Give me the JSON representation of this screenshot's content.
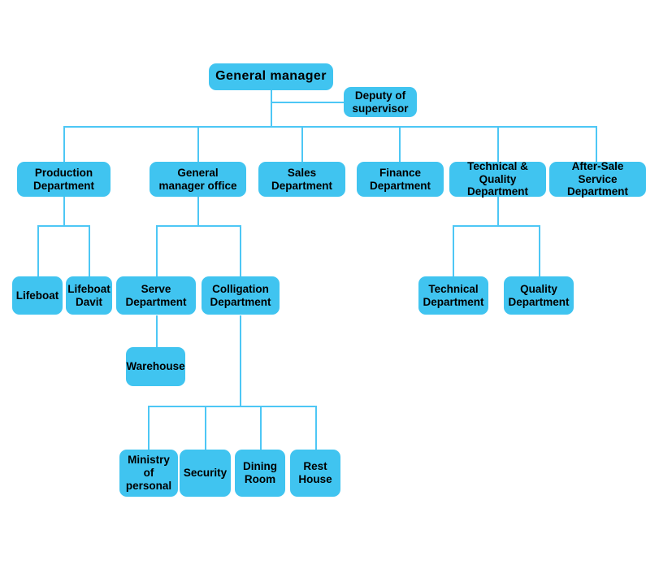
{
  "chart_data": {
    "type": "diagram",
    "diagram_kind": "organizational-chart",
    "title": "Company Organizational Chart",
    "orientation": "top-down",
    "accent_color": "#40C4F0",
    "connector_color": "#4DC7F5",
    "text_color": "#000000",
    "background": "#ffffff",
    "levels": 5,
    "node_count": 18
  },
  "nodes": {
    "general_manager": {
      "label": "General manager",
      "level": 0
    },
    "deputy_supervisor": {
      "label": "Deputy of\nsupervisor",
      "level": 1
    },
    "production_department": {
      "label": "Production\nDepartment",
      "level": 2
    },
    "general_manager_office": {
      "label": "General\nmanager office",
      "level": 2
    },
    "sales_department": {
      "label": "Sales\nDepartment",
      "level": 2
    },
    "finance_department": {
      "label": "Finance\nDepartment",
      "level": 2
    },
    "technical_quality_department": {
      "label": "Technical & Quality\nDepartment",
      "level": 2
    },
    "after_sale_service_department": {
      "label": "After-Sale\nService Department",
      "level": 2
    },
    "lifeboat": {
      "label": "Lifeboat",
      "level": 3
    },
    "lifeboat_davit": {
      "label": "Lifeboat\nDavit",
      "level": 3
    },
    "serve_department": {
      "label": "Serve\nDepartment",
      "level": 3
    },
    "colligation_department": {
      "label": "Colligation\nDepartment",
      "level": 3
    },
    "technical_department": {
      "label": "Technical\nDepartment",
      "level": 3
    },
    "quality_department": {
      "label": "Quality\nDepartment",
      "level": 3
    },
    "warehouse": {
      "label": "Warehouse",
      "level": 4
    },
    "ministry_of_personal": {
      "label": "Ministry\nof  personal",
      "level": 4
    },
    "security": {
      "label": "Security",
      "level": 4
    },
    "dining_room": {
      "label": "Dining\nRoom",
      "level": 4
    },
    "rest_house": {
      "label": "Rest\nHouse",
      "level": 4
    }
  },
  "relationships": [
    {
      "parent": "general_manager",
      "child": "deputy_supervisor"
    },
    {
      "parent": "general_manager",
      "child": "production_department"
    },
    {
      "parent": "general_manager",
      "child": "general_manager_office"
    },
    {
      "parent": "general_manager",
      "child": "sales_department"
    },
    {
      "parent": "general_manager",
      "child": "finance_department"
    },
    {
      "parent": "general_manager",
      "child": "technical_quality_department"
    },
    {
      "parent": "general_manager",
      "child": "after_sale_service_department"
    },
    {
      "parent": "production_department",
      "child": "lifeboat"
    },
    {
      "parent": "production_department",
      "child": "lifeboat_davit"
    },
    {
      "parent": "general_manager_office",
      "child": "serve_department"
    },
    {
      "parent": "general_manager_office",
      "child": "colligation_department"
    },
    {
      "parent": "technical_quality_department",
      "child": "technical_department"
    },
    {
      "parent": "technical_quality_department",
      "child": "quality_department"
    },
    {
      "parent": "serve_department",
      "child": "warehouse"
    },
    {
      "parent": "colligation_department",
      "child": "ministry_of_personal"
    },
    {
      "parent": "colligation_department",
      "child": "security"
    },
    {
      "parent": "colligation_department",
      "child": "dining_room"
    },
    {
      "parent": "colligation_department",
      "child": "rest_house"
    }
  ]
}
